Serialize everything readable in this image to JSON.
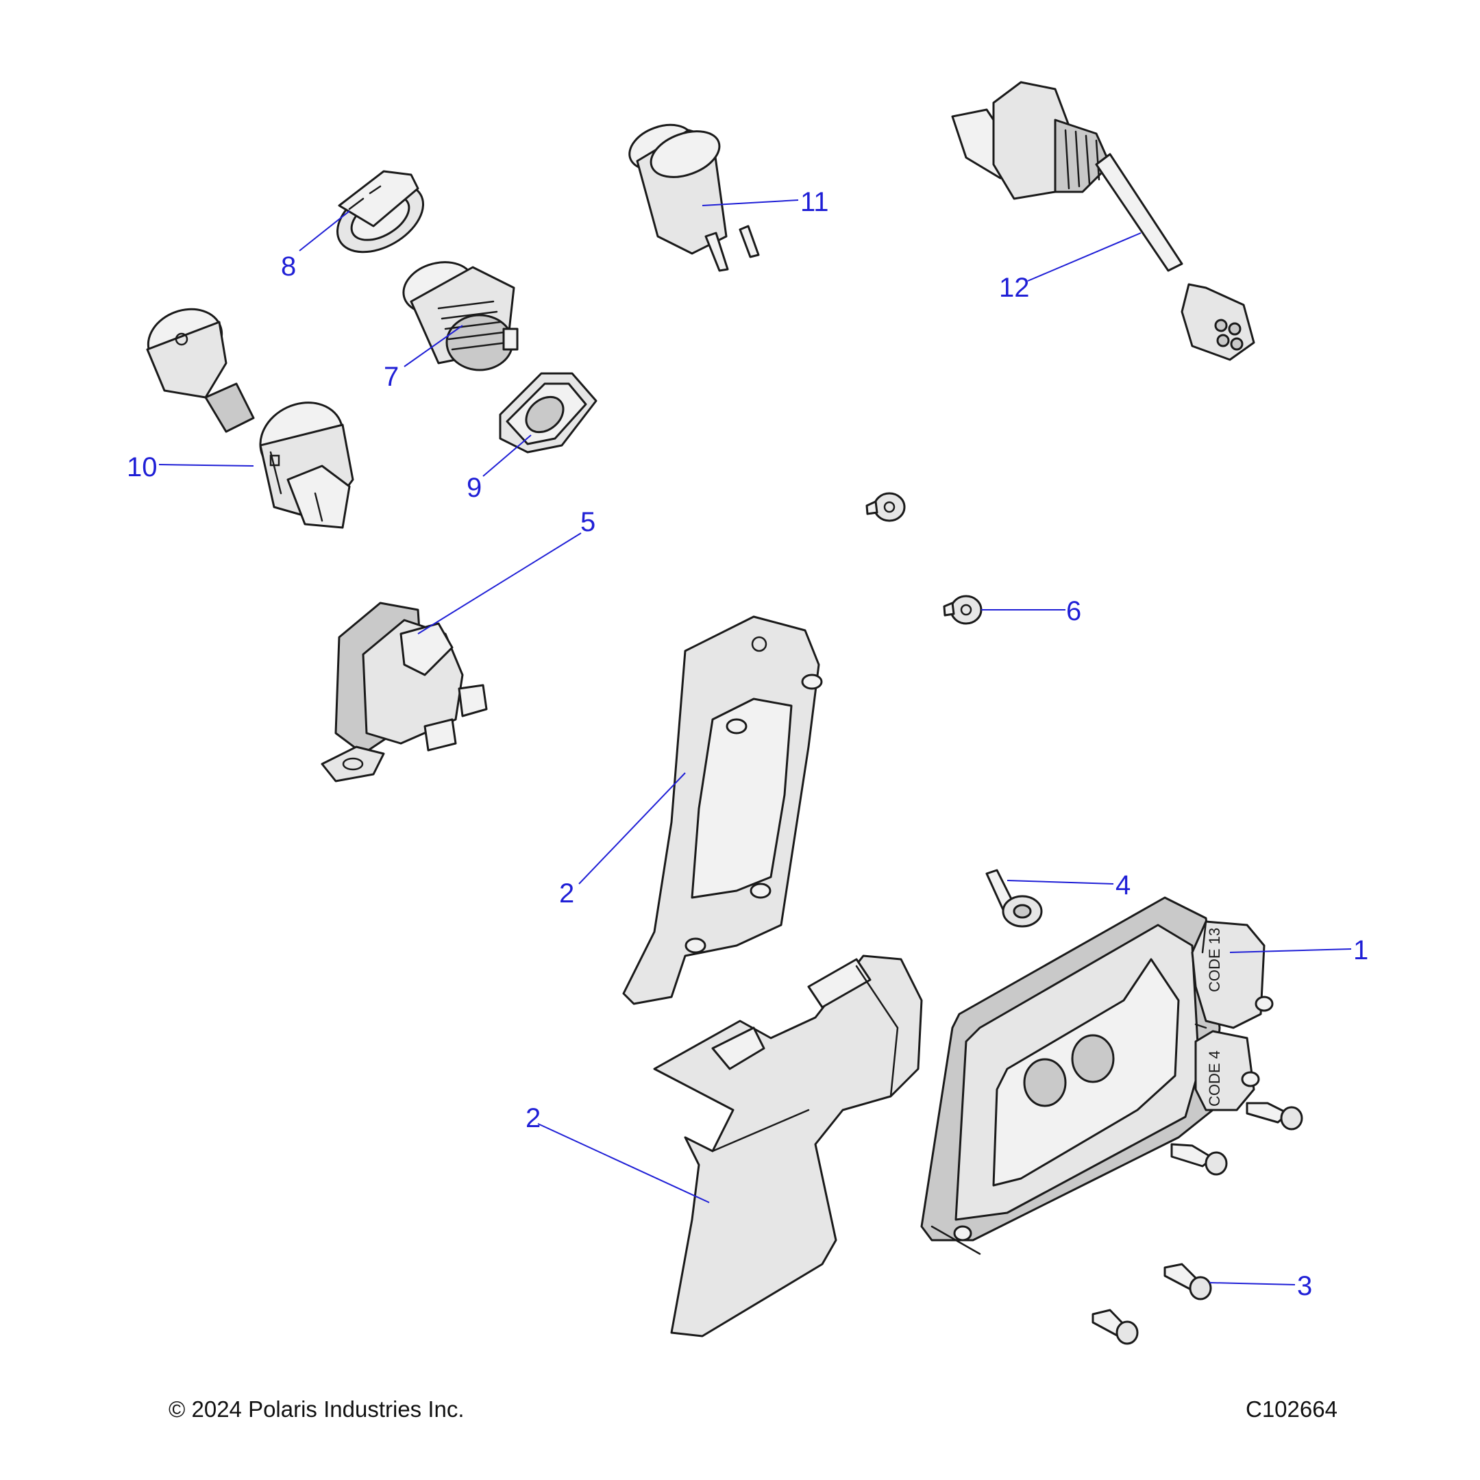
{
  "callouts": {
    "c1": "1",
    "c2a": "2",
    "c2b": "2",
    "c3": "3",
    "c4": "4",
    "c5": "5",
    "c6": "6",
    "c7": "7",
    "c8": "8",
    "c9": "9",
    "c10": "10",
    "c11": "11",
    "c12": "12"
  },
  "module_label": {
    "code13": "CODE 13",
    "code4": "CODE 4"
  },
  "footer": {
    "copyright": "© 2024 Polaris Industries Inc.",
    "figure_id": "C102664"
  }
}
